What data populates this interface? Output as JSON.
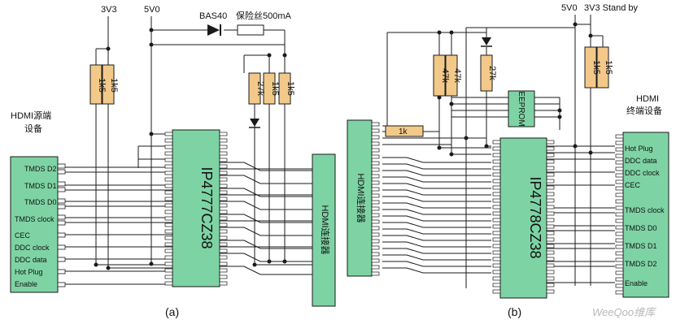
{
  "colors": {
    "chip_fill": "#7ed3a4",
    "connector_fill": "#7ed3a4",
    "resistor_fill": "#f3c98a",
    "wire": "#1a1a1a",
    "background": "#ffffff"
  },
  "left_circuit": {
    "rail_3v3": "3V3",
    "rail_5v0": "5V0",
    "diode_label": "BAS40",
    "fuse_label": "保险丝500mA",
    "resistors": [
      "1k5",
      "1k5",
      "27k",
      "1k5",
      "1k5"
    ],
    "source_device_title": [
      "HDMI源端",
      "设备"
    ],
    "source_pins": [
      "TMDS D2",
      "TMDS D1",
      "TMDS D0",
      "TMDS clock",
      "CEC",
      "DDC clock",
      "DDC data",
      "Hot Plug",
      "Enable"
    ],
    "chip_label": "IP4777CZ38",
    "connector_label": "HDMI连接器",
    "caption": "(a)"
  },
  "right_circuit": {
    "rail_5v0": "5V0",
    "rail_3v3": "3V3 Stand by",
    "resistors": [
      "47k",
      "47k",
      "27k",
      "1k5",
      "1k5"
    ],
    "series_resistor": "1k",
    "eeprom_label": "EEPROM",
    "connector_label": "HDMI连接器",
    "chip_label": "IP4778CZ38",
    "sink_device_title": [
      "HDMI",
      "终端设备"
    ],
    "sink_pins": [
      "Hot Plug",
      "DDC data",
      "DDC clock",
      "CEC",
      "TMDS clock",
      "TMDS D0",
      "TMDS D1",
      "TMDS D2",
      "Enable"
    ],
    "caption": "(b)"
  },
  "watermark": "WeeQoo维库"
}
